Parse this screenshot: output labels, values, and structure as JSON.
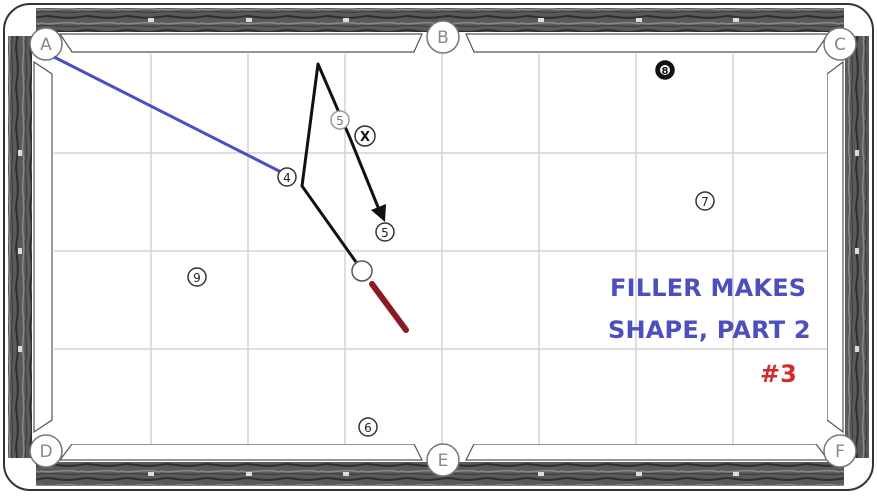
{
  "diagram": {
    "title_line1": "FILLER MAKES",
    "title_line2": "SHAPE, PART 2",
    "drill_number": "#3",
    "pockets": [
      {
        "id": "pocket-a",
        "label": "A"
      },
      {
        "id": "pocket-b",
        "label": "B"
      },
      {
        "id": "pocket-c",
        "label": "C"
      },
      {
        "id": "pocket-d",
        "label": "D"
      },
      {
        "id": "pocket-e",
        "label": "E"
      },
      {
        "id": "pocket-f",
        "label": "F"
      }
    ],
    "balls": [
      {
        "id": "ball-4",
        "label": "4"
      },
      {
        "id": "ball-5-original",
        "label": "5"
      },
      {
        "id": "ball-5-target",
        "label": "5"
      },
      {
        "id": "ball-6",
        "label": "6"
      },
      {
        "id": "ball-7",
        "label": "7"
      },
      {
        "id": "ball-8",
        "label": "8"
      },
      {
        "id": "ball-9",
        "label": "9"
      },
      {
        "id": "ball-x",
        "label": "X"
      }
    ],
    "colors": {
      "felt": "#ffffff",
      "grid": "#d4d4d4",
      "rail": "#4a4a4a",
      "cushion": "#ffffff",
      "title": "#4c4fbf",
      "drill_number": "#d42a2a",
      "object_ball_path": "#4b4fc6",
      "cue_path": "#111111",
      "cue_stick": "#8b1a24",
      "eight_ball": "#111111"
    }
  }
}
